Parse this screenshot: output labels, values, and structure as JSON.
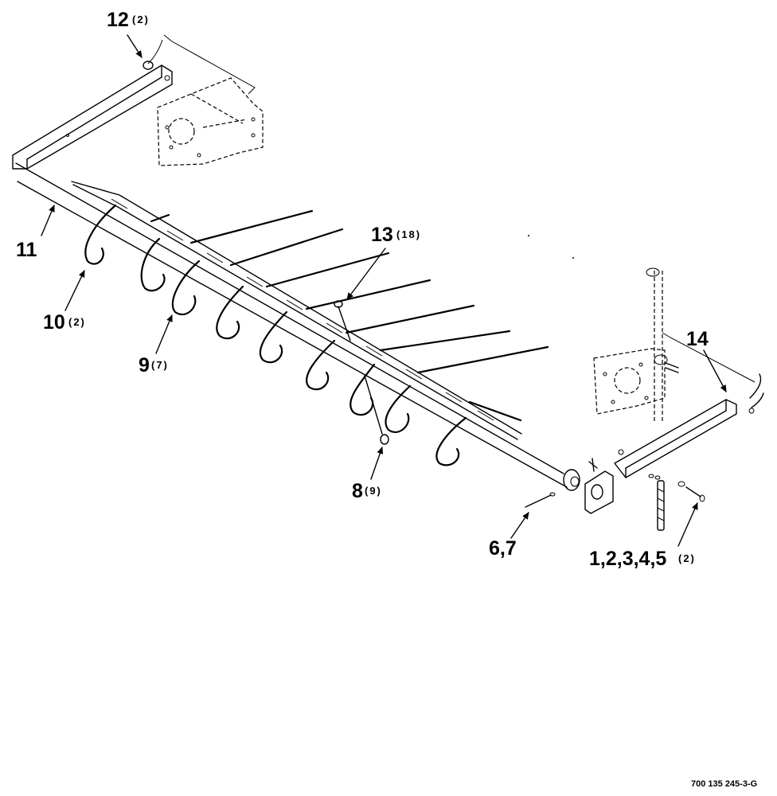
{
  "diagram": {
    "callouts": [
      {
        "id": "c12",
        "num": "12",
        "qty": "(2)"
      },
      {
        "id": "c11",
        "num": "11",
        "qty": ""
      },
      {
        "id": "c10",
        "num": "10",
        "qty": "(2)"
      },
      {
        "id": "c9",
        "num": "9",
        "qty": "(7)"
      },
      {
        "id": "c13",
        "num": "13",
        "qty": "(18)"
      },
      {
        "id": "c14",
        "num": "14",
        "qty": ""
      },
      {
        "id": "c8",
        "num": "8",
        "qty": "(9)"
      },
      {
        "id": "c67",
        "num": "6,7",
        "qty": ""
      },
      {
        "id": "c15",
        "num": "1,2,3,4,5",
        "qty": "(2)"
      }
    ],
    "drawing_code": "700 135 245-3-G"
  }
}
